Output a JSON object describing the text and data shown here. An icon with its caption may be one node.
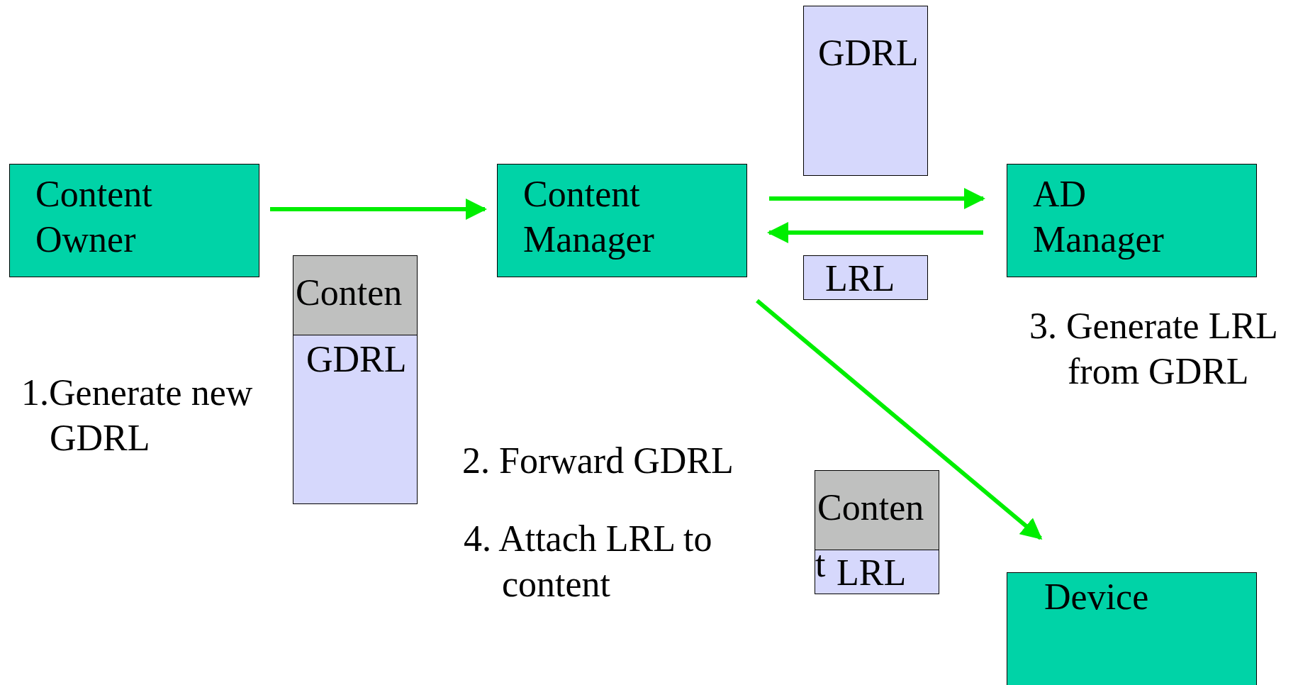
{
  "diagram": {
    "nodes": [
      {
        "text": [
          "Content Owner"
        ]
      },
      {
        "text": [
          "Content Manager"
        ]
      },
      {
        "text": [
          "GDRL"
        ]
      },
      {
        "text": [
          "AD Manager"
        ]
      },
      {
        "text": [
          "LRL"
        ]
      },
      {
        "text": [
          "Conten"
        ]
      },
      {
        "text": [
          "GDRL"
        ]
      },
      {
        "text": [
          "Conten"
        ]
      },
      {
        "text": [
          "LRL"
        ]
      },
      {
        "text": [
          "Device"
        ]
      }
    ],
    "edges": [
      {
        "from": 0,
        "to": 1,
        "arrow": "to"
      },
      {
        "from": 1,
        "to": 3,
        "arrow": "to"
      },
      {
        "from": 3,
        "to": 1,
        "arrow": "to"
      },
      {
        "from": 1,
        "to": 9,
        "arrow": "to"
      }
    ],
    "labels": [
      "1.Generate new GDRL",
      "3. Generate LRL from GDRL",
      "2. Forward GDRL",
      "4. Attach LRL to content",
      "t"
    ]
  }
}
